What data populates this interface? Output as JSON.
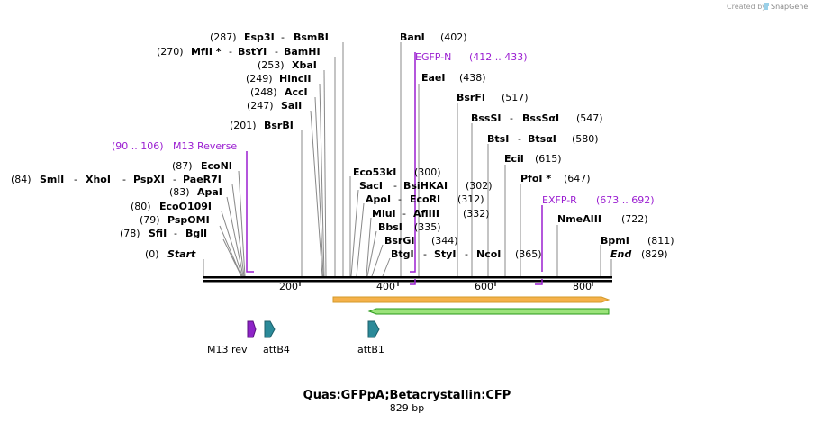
{
  "credit": {
    "created_by": "Created by",
    "brand": "SnapGene"
  },
  "title": "Quas:GFPpA;Betacrystallin:CFP",
  "length_label": "829 bp",
  "colors": {
    "primer": "#9b1fd1",
    "orange_arrow": "#f0a030",
    "green_arrow": "#2a9a1a",
    "m13rev": "#8e24c8",
    "att": "#2b8a99"
  },
  "sites": [
    {
      "enzymes": [
        {
          "name": "Start",
          "italic": true
        }
      ],
      "pos_label": "(0)",
      "pos": 0,
      "row": "r13",
      "side": "left"
    },
    {
      "enzymes": [
        {
          "name": "SfiI"
        },
        {
          "name": "BglI"
        }
      ],
      "pos_label": "(78)",
      "pos": 78,
      "row": "r12",
      "side": "left"
    },
    {
      "enzymes": [
        {
          "name": "PspOMI"
        }
      ],
      "pos_label": "(79)",
      "pos": 79,
      "row": "r11",
      "side": "left"
    },
    {
      "enzymes": [
        {
          "name": "EcoO109I"
        }
      ],
      "pos_label": "(80)",
      "pos": 80,
      "row": "r10",
      "side": "left"
    },
    {
      "enzymes": [
        {
          "name": "ApaI"
        }
      ],
      "pos_label": "(83)",
      "pos": 83,
      "row": "r9",
      "side": "left"
    },
    {
      "enzymes": [
        {
          "name": "SmlI"
        },
        {
          "name": "XhoI"
        },
        {
          "name": "PspXI"
        },
        {
          "name": "PaeR7I"
        }
      ],
      "pos_label": "(84)",
      "pos": 84,
      "row": "r8",
      "side": "left"
    },
    {
      "enzymes": [
        {
          "name": "EcoNI"
        }
      ],
      "pos_label": "(87)",
      "pos": 87,
      "row": "r7",
      "side": "left"
    },
    {
      "enzymes": [
        {
          "name": "BsrBI"
        }
      ],
      "pos_label": "(201)",
      "pos": 201,
      "row": "r5",
      "side": "left"
    },
    {
      "enzymes": [
        {
          "name": "SalI"
        }
      ],
      "pos_label": "(247)",
      "pos": 247,
      "row": "r4",
      "side": "left"
    },
    {
      "enzymes": [
        {
          "name": "AccI"
        }
      ],
      "pos_label": "(248)",
      "pos": 248,
      "row": "r3b",
      "side": "left"
    },
    {
      "enzymes": [
        {
          "name": "HincII"
        }
      ],
      "pos_label": "(249)",
      "pos": 249,
      "row": "r3",
      "side": "left"
    },
    {
      "enzymes": [
        {
          "name": "XbaI"
        }
      ],
      "pos_label": "(253)",
      "pos": 253,
      "row": "r2",
      "side": "left"
    },
    {
      "enzymes": [
        {
          "name": "MfII *"
        },
        {
          "name": "BstYI"
        },
        {
          "name": "BamHI"
        }
      ],
      "pos_label": "(270)",
      "pos": 270,
      "row": "r1",
      "side": "left"
    },
    {
      "enzymes": [
        {
          "name": "Esp3I"
        },
        {
          "name": "BsmBI"
        }
      ],
      "pos_label": "(287)",
      "pos": 287,
      "row": "r0",
      "side": "left"
    },
    {
      "enzymes": [
        {
          "name": "Eco53kI"
        }
      ],
      "pos_label": "(300)",
      "pos": 300,
      "row": "r7b",
      "side": "right"
    },
    {
      "enzymes": [
        {
          "name": "SacI"
        },
        {
          "name": "BsiHKAI"
        }
      ],
      "pos_label": "(302)",
      "pos": 302,
      "row": "r8",
      "side": "right"
    },
    {
      "enzymes": [
        {
          "name": "ApoI"
        },
        {
          "name": "EcoRI"
        }
      ],
      "pos_label": "(312)",
      "pos": 312,
      "row": "r9b",
      "side": "right"
    },
    {
      "enzymes": [
        {
          "name": "MluI"
        },
        {
          "name": "AflIII"
        }
      ],
      "pos_label": "(332)",
      "pos": 332,
      "row": "r10b",
      "side": "right"
    },
    {
      "enzymes": [
        {
          "name": "BbsI"
        }
      ],
      "pos_label": "(335)",
      "pos": 335,
      "row": "r11b",
      "side": "right"
    },
    {
      "enzymes": [
        {
          "name": "BsrGI"
        }
      ],
      "pos_label": "(344)",
      "pos": 344,
      "row": "r12b",
      "side": "right"
    },
    {
      "enzymes": [
        {
          "name": "BtgI"
        },
        {
          "name": "StyI"
        },
        {
          "name": "NcoI"
        }
      ],
      "pos_label": "(365)",
      "pos": 365,
      "row": "r13",
      "side": "right"
    },
    {
      "enzymes": [
        {
          "name": "BanI"
        }
      ],
      "pos_label": "(402)",
      "pos": 402,
      "row": "r0",
      "side": "right"
    },
    {
      "enzymes": [
        {
          "name": "EaeI"
        }
      ],
      "pos_label": "(438)",
      "pos": 438,
      "row": "rE",
      "side": "right"
    },
    {
      "enzymes": [
        {
          "name": "BsrFI"
        }
      ],
      "pos_label": "(517)",
      "pos": 517,
      "row": "r4b",
      "side": "right"
    },
    {
      "enzymes": [
        {
          "name": "BssSI"
        },
        {
          "name": "BssSαI"
        }
      ],
      "pos_label": "(547)",
      "pos": 547,
      "row": "r5b",
      "side": "right"
    },
    {
      "enzymes": [
        {
          "name": "BtsI"
        },
        {
          "name": "BtsαI"
        }
      ],
      "pos_label": "(580)",
      "pos": 580,
      "row": "r6",
      "side": "right"
    },
    {
      "enzymes": [
        {
          "name": "EciI"
        }
      ],
      "pos_label": "(615)",
      "pos": 615,
      "row": "r7c",
      "side": "right"
    },
    {
      "enzymes": [
        {
          "name": "PfoI *"
        }
      ],
      "pos_label": "(647)",
      "pos": 647,
      "row": "r8",
      "side": "right"
    },
    {
      "enzymes": [
        {
          "name": "NmeAIII"
        }
      ],
      "pos_label": "(722)",
      "pos": 722,
      "row": "r11c",
      "side": "right"
    },
    {
      "enzymes": [
        {
          "name": "BpmI"
        }
      ],
      "pos_label": "(811)",
      "pos": 811,
      "row": "r12",
      "side": "right"
    },
    {
      "enzymes": [
        {
          "name": "End",
          "italic": true
        }
      ],
      "pos_label": "(829)",
      "pos": 829,
      "row": "r13",
      "side": "right"
    }
  ],
  "primers": [
    {
      "name": "M13 Reverse",
      "range_label": "(90 .. 106)",
      "start": 90,
      "end": 106
    },
    {
      "name": "EGFP-N",
      "range_label": "(412 .. 433)",
      "start": 412,
      "end": 433
    },
    {
      "name": "EXFP-R",
      "range_label": "(673 .. 692)",
      "start": 673,
      "end": 692
    }
  ],
  "ticks": [
    "200",
    "400",
    "600",
    "800"
  ],
  "features": [
    {
      "name": "M13 rev"
    },
    {
      "name": "attB4"
    },
    {
      "name": "attB1"
    }
  ]
}
